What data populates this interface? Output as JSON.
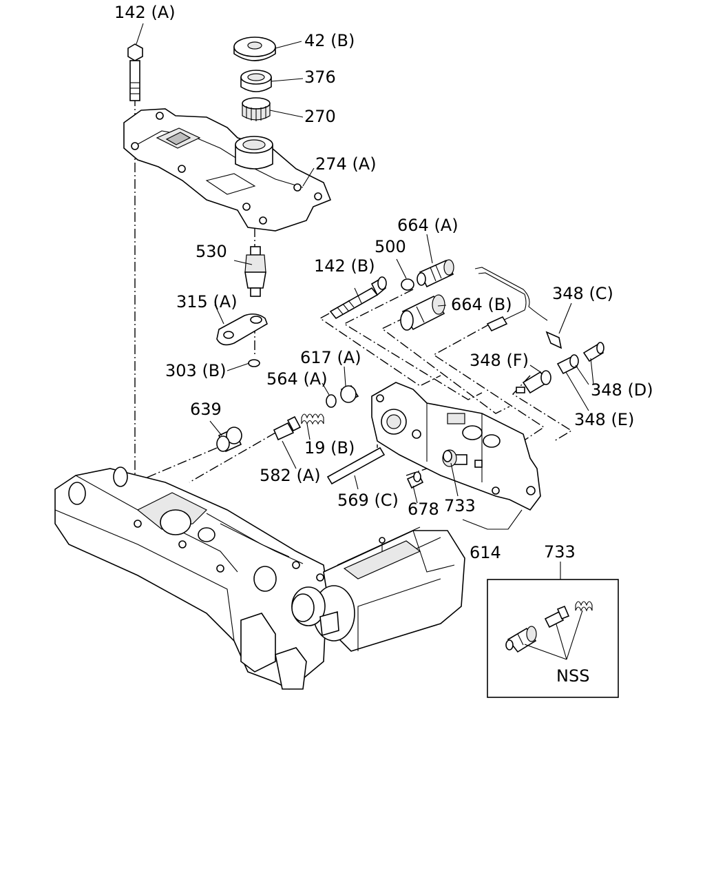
{
  "diagram": {
    "inset_label": "733",
    "inset_note": "NSS",
    "callouts": [
      {
        "id": "142a",
        "text": "142 (A)"
      },
      {
        "id": "42b",
        "text": "42 (B)"
      },
      {
        "id": "376",
        "text": "376"
      },
      {
        "id": "270",
        "text": "270"
      },
      {
        "id": "274a",
        "text": "274 (A)"
      },
      {
        "id": "664a",
        "text": "664 (A)"
      },
      {
        "id": "500",
        "text": "500"
      },
      {
        "id": "530",
        "text": "530"
      },
      {
        "id": "142b",
        "text": "142 (B)"
      },
      {
        "id": "664b",
        "text": "664 (B)"
      },
      {
        "id": "348c",
        "text": "348 (C)"
      },
      {
        "id": "315a",
        "text": "315 (A)"
      },
      {
        "id": "617a",
        "text": "617 (A)"
      },
      {
        "id": "348f",
        "text": "348 (F)"
      },
      {
        "id": "303b",
        "text": "303 (B)"
      },
      {
        "id": "564a",
        "text": "564 (A)"
      },
      {
        "id": "348d",
        "text": "348 (D)"
      },
      {
        "id": "639",
        "text": "639"
      },
      {
        "id": "348e",
        "text": "348 (E)"
      },
      {
        "id": "19b",
        "text": "19 (B)"
      },
      {
        "id": "582a",
        "text": "582 (A)"
      },
      {
        "id": "569c",
        "text": "569 (C)"
      },
      {
        "id": "678",
        "text": "678"
      },
      {
        "id": "733",
        "text": "733"
      },
      {
        "id": "614",
        "text": "614"
      }
    ]
  }
}
